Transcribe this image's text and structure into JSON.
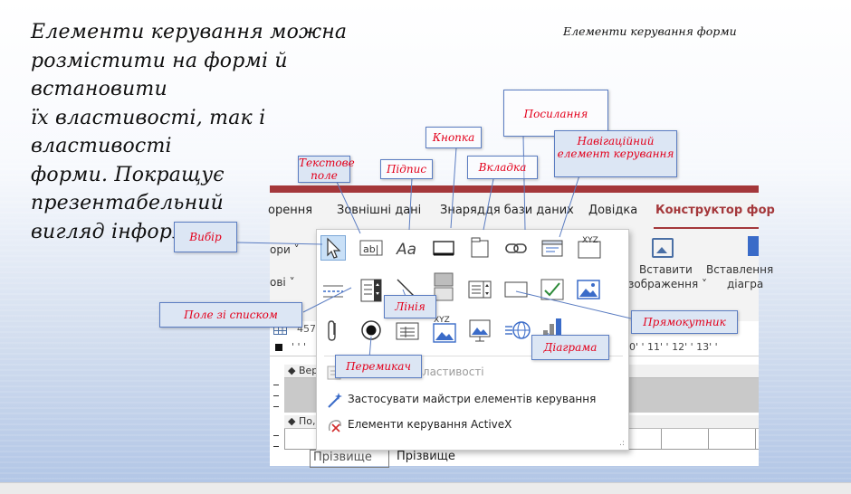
{
  "slide": {
    "main_text_lines": [
      "Елементи керування можна",
      "розмістити на формі й встановити",
      "їх властивості,  так і властивості",
      "форми. Покращує презентабельний",
      "вигляд інформації."
    ],
    "title": "Елементи керування форми"
  },
  "ribbon": {
    "tabs": [
      "орення",
      "Зовнішні дані",
      "Знаряддя бази даних",
      "Довідка",
      "Конструктор фор"
    ],
    "left_labels": [
      "ори ˅",
      "ові ˅"
    ],
    "insert_image_lines": [
      "Вставити",
      "зображення ˅"
    ],
    "insert_chart_lines": [
      "Вставлення",
      "діагра"
    ]
  },
  "form": {
    "left_number": "4578",
    "ruler_marks": "10' ' 11' ' 12' ' 13' '",
    "section_label_1": "◆ Вер",
    "section_label_2": "◆ По,",
    "field_label": "Прізвище",
    "field_value": "Прізвище"
  },
  "panel": {
    "controls_row3_xyz": "XYZ",
    "controls_row1_xyz": "XYZ",
    "menu": [
      {
        "icon": "default-properties-icon",
        "label": "Стандартні властивості",
        "disabled": true
      },
      {
        "icon": "wizard-icon",
        "label": "Застосувати майстри елементів керування",
        "disabled": false
      },
      {
        "icon": "activex-icon",
        "label": "Елементи керування ActiveX",
        "disabled": false
      }
    ]
  },
  "callouts": {
    "text_field": "Текстове поле",
    "label": "Підпис",
    "button": "Кнопка",
    "tab": "Вкладка",
    "link": "Посилання",
    "nav": "Навігаційний елемент керування",
    "select": "Вибір",
    "combo": "Поле зі списком",
    "line": "Лінія",
    "rectangle": "Прямокутник",
    "chart": "Діаграма",
    "option": "Перемикач"
  },
  "colors": {
    "accent": "#a4373a",
    "callout_text": "#e3001b",
    "callout_fill": "#dce6f4",
    "callout_border": "#5b7dc2"
  }
}
